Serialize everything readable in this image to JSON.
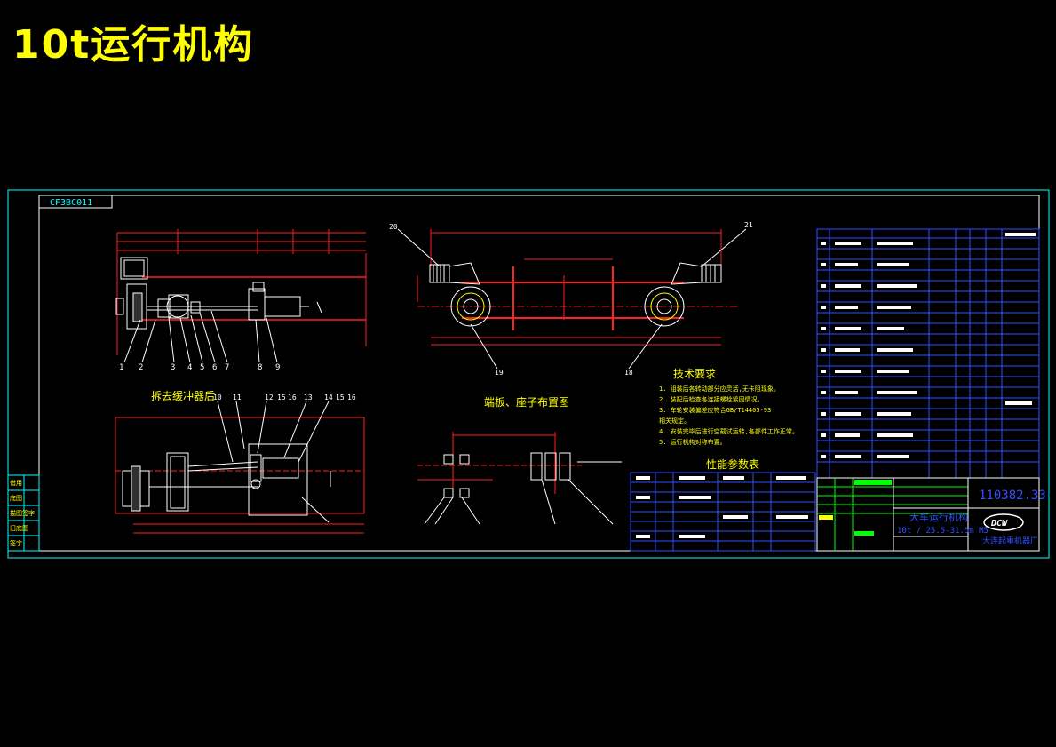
{
  "page_title": "10t运行机构",
  "sheet_code": "CF3BC011",
  "drawing_number": "110382.33",
  "headings": {
    "detail_view": "拆去缓冲器后",
    "tech_requirements": "技术要求",
    "track_layout": "端板、座子布置图",
    "performance_table": "性能参数表"
  },
  "tech_requirements_lines": [
    "1. 组装后各转动部分应灵活,无卡阻现象。",
    "2. 装配后检查各连接螺栓紧固情况。",
    "3. 车轮安装偏差应符合GB/T14405-93",
    "   相关规定。",
    "4. 安装完毕后进行空载试运转,各部件工作正常。",
    "5. 运行机构对称布置。"
  ],
  "callouts_top": [
    "1",
    "2",
    "3",
    "4",
    "5",
    "6",
    "7",
    "8",
    "9"
  ],
  "callouts_detail": [
    "10",
    "11",
    "12",
    "15",
    "16",
    "13",
    "14",
    "15",
    "16"
  ],
  "callouts_side": [
    "20",
    "21",
    "19",
    "18"
  ],
  "title_block": {
    "name": "大车运行机构",
    "spec": "10t / 25.5-31.5m M5",
    "company": "大连起重机器厂",
    "logo": "DCW"
  },
  "left_strip_labels": [
    "借用",
    "底图",
    "描图签字",
    "旧底图",
    "签字"
  ],
  "colors": {
    "border": "#00ffff",
    "part": "#ff2020",
    "dimension": "#ff2020",
    "text": "#ffffff",
    "table": "#3050ff",
    "title": "#ffff00",
    "highlight": "#ffff00",
    "green": "#00ff00"
  }
}
